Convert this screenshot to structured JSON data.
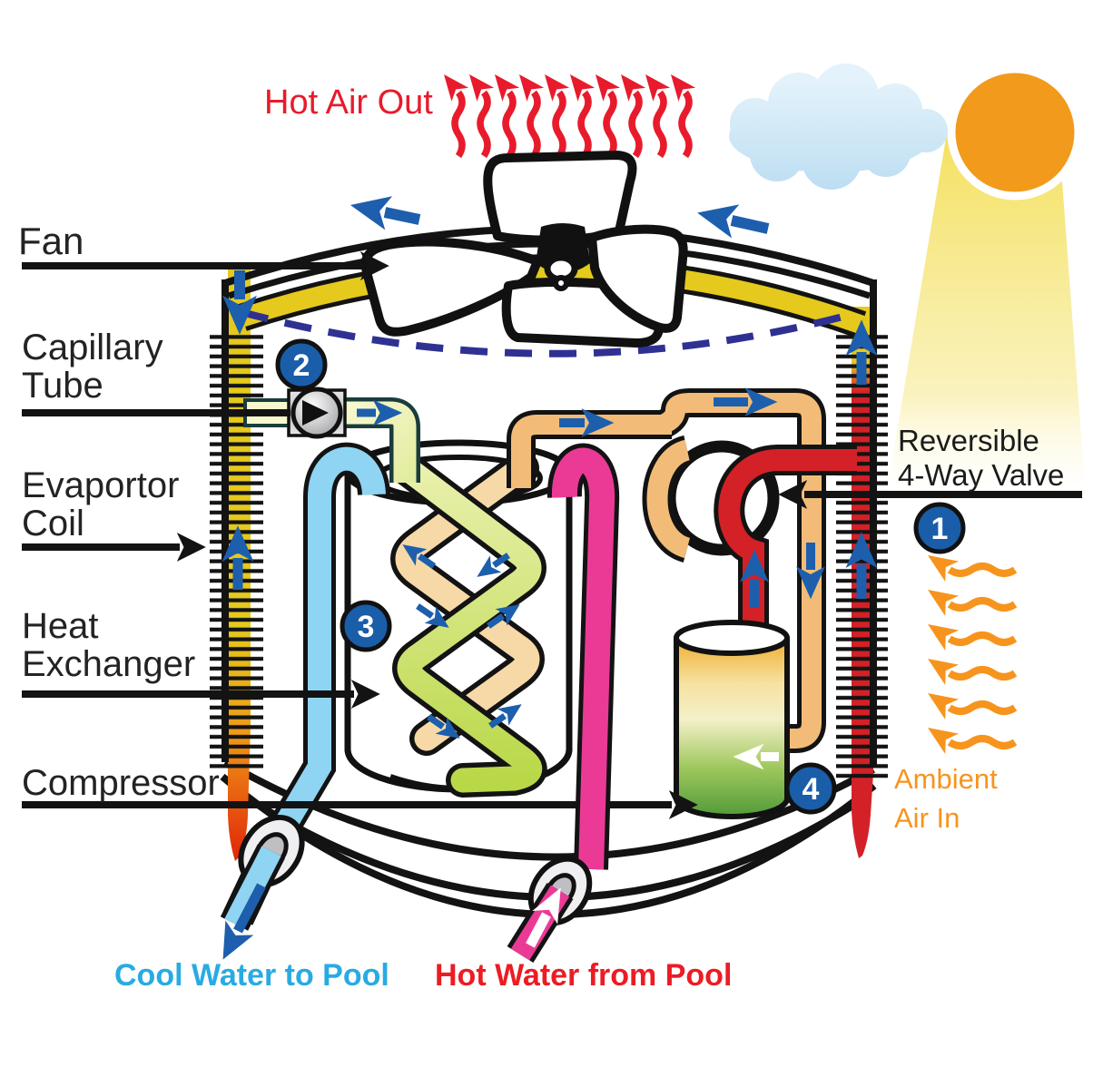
{
  "diagram": {
    "type": "pool-heat-pump-cutaway",
    "labels": {
      "fan": "Fan",
      "capillary_tube": {
        "line1": "Capillary",
        "line2": "Tube"
      },
      "evaporator_coil": {
        "line1": "Evaportor",
        "line2": "Coil"
      },
      "heat_exchanger": {
        "line1": "Heat",
        "line2": "Exchanger"
      },
      "compressor": "Compressor",
      "hot_air_out": "Hot  Air Out",
      "reversible_valve": {
        "line1": "Reversible",
        "line2": "4-Way Valve"
      },
      "ambient_air_in": {
        "line1": "Ambient",
        "line2": "Air In"
      },
      "cool_water_to_pool": "Cool Water to Pool",
      "hot_water_from_pool": "Hot Water from Pool"
    },
    "badges": {
      "step1": "1",
      "step2": "2",
      "step3": "3",
      "step4": "4"
    },
    "icons": {
      "sun": "sun-icon",
      "sunbeam": "sunbeam-icon",
      "cloud": "cloud-icon",
      "fan": "fan-blades-icon",
      "hot_air": "red-wavy-up-arrows",
      "ambient_air": "orange-wavy-left-arrows"
    },
    "colors": {
      "hot_red": "#e81b2c",
      "flow_blue": "#1d5fad",
      "badge_blue": "#1a5da9",
      "dashed_navy": "#2f3192",
      "coil_yellow": "#e5c91d",
      "coil_red": "#d32127",
      "pipe_pink": "#ea3a96",
      "pipe_light_blue": "#8fd4f2",
      "pipe_tan": "#f2bc78",
      "pipe_pale": "#f8f8cf",
      "ribbon_green": "#cfe070",
      "ribbon_peach": "#f7d9a8",
      "compressor_green": "#4e9838",
      "compressor_amber": "#efac2d",
      "sun_orange": "#f29a1c",
      "ambient_orange": "#f7941d",
      "cool_text": "#29abe2",
      "hot_text": "#ec1c24"
    }
  }
}
